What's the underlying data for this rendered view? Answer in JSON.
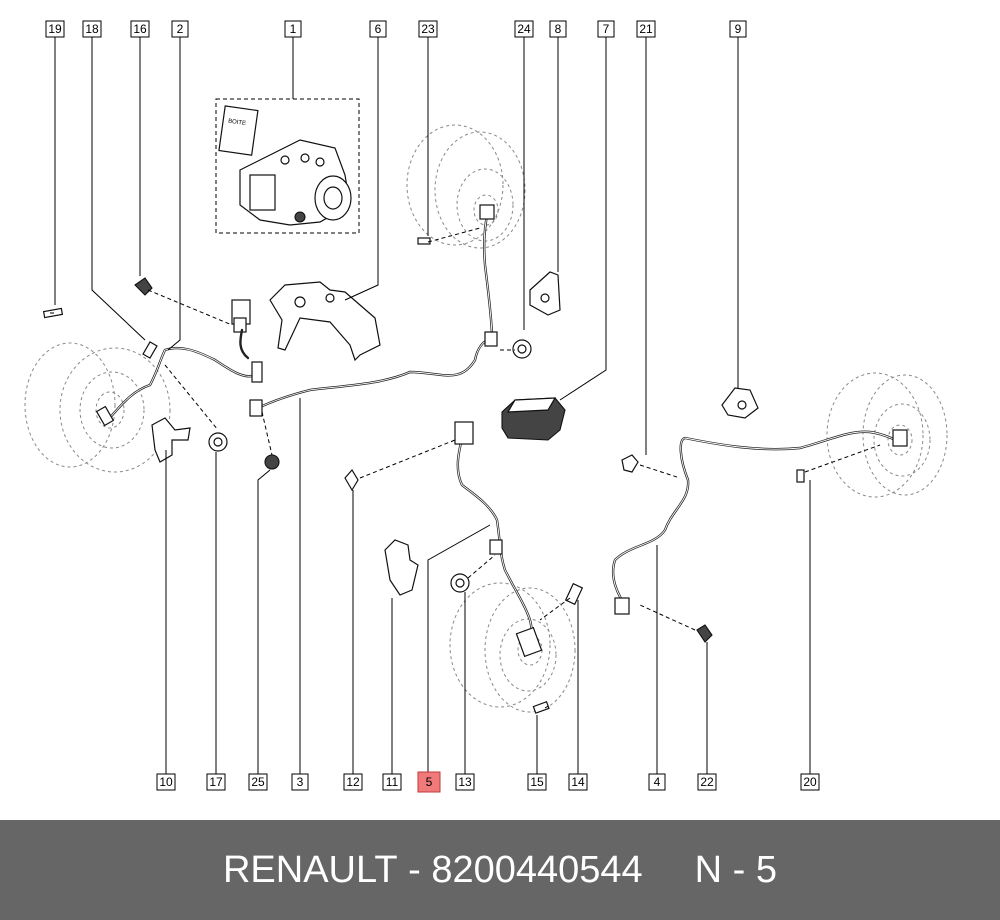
{
  "callouts": [
    "1",
    "2",
    "3",
    "4",
    "5",
    "6",
    "7",
    "8",
    "9",
    "10",
    "11",
    "12",
    "13",
    "14",
    "15",
    "16",
    "17",
    "18",
    "19",
    "20",
    "21",
    "22",
    "23",
    "24",
    "25"
  ],
  "highlighted_callout": "5",
  "kit_label": "BOITE",
  "footer": {
    "brand": "RENAULT",
    "separator": "-",
    "part_number": "8200440544",
    "position": "N - 5"
  }
}
